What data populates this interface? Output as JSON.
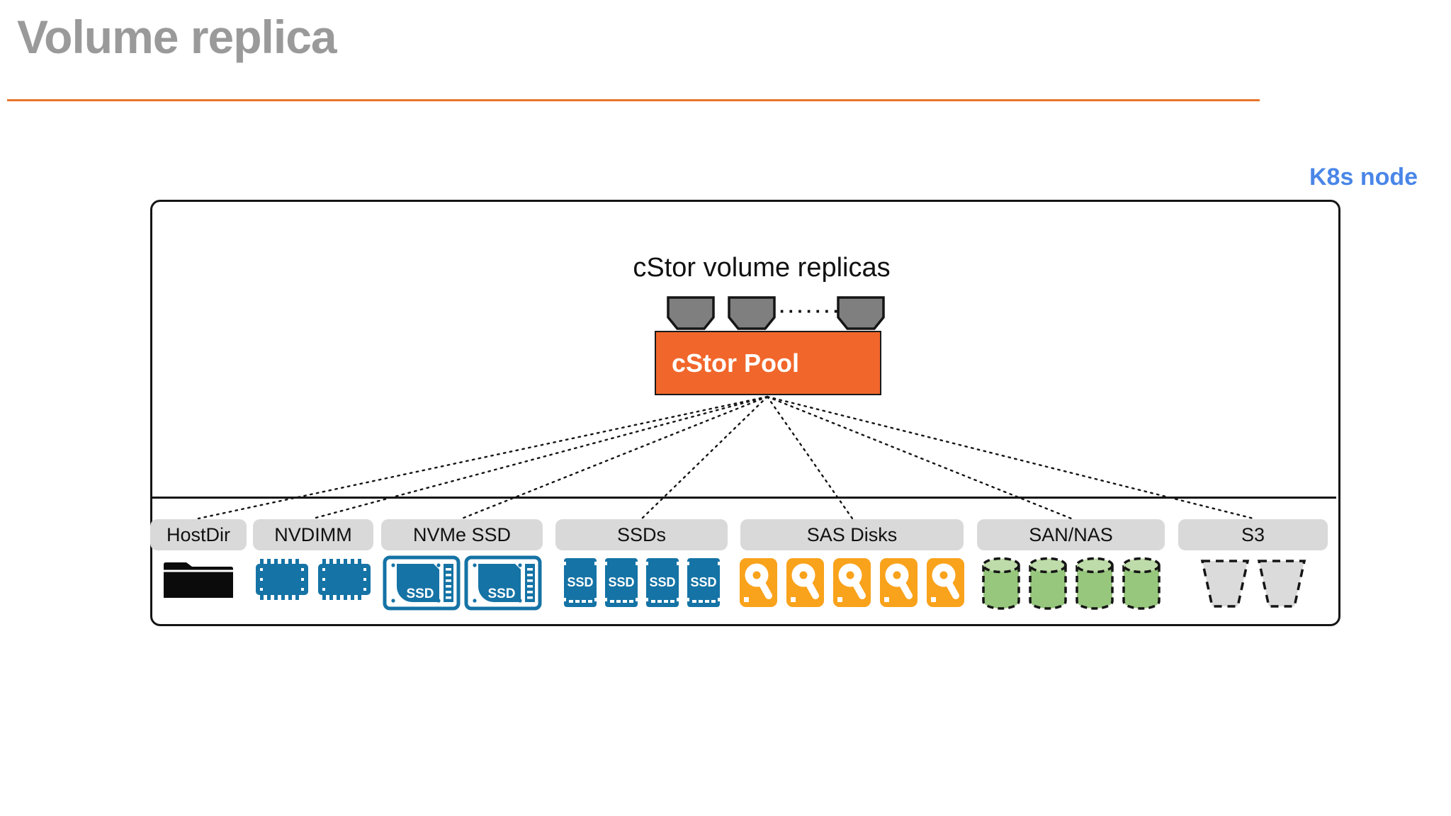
{
  "slide": {
    "title": "Volume replica"
  },
  "node": {
    "label": "K8s node"
  },
  "diagram": {
    "replicas_title": "cStor volume replicas",
    "replica_shape_count": 3,
    "replica_ellipsis": "·······",
    "pool_label": "cStor Pool",
    "storage_groups": [
      {
        "label": "HostDir",
        "icon": "folder-icon",
        "icon_count": 1
      },
      {
        "label": "NVDIMM",
        "icon": "memory-chip-icon",
        "icon_count": 2
      },
      {
        "label": "NVMe SSD",
        "icon": "nvme-ssd-icon",
        "icon_count": 2
      },
      {
        "label": "SSDs",
        "icon": "ssd-card-icon",
        "icon_count": 4
      },
      {
        "label": "SAS Disks",
        "icon": "hard-disk-icon",
        "icon_count": 5
      },
      {
        "label": "SAN/NAS",
        "icon": "storage-cylinder-icon",
        "icon_count": 4
      },
      {
        "label": "S3",
        "icon": "s3-bucket-icon",
        "icon_count": 2
      }
    ],
    "ssd_text": "SSD"
  },
  "colors": {
    "title_gray": "#9a9a9a",
    "rule_orange": "#e8762c",
    "k8s_blue": "#4a86e8",
    "pool_orange": "#f1662b",
    "replica_gray": "#7f7f7f",
    "pill_gray": "#d9d9d9",
    "icon_blue": "#1573a5",
    "disk_orange": "#f9a21b",
    "cylinder_green": "#97c77d",
    "cylinder_green_top": "#bedca9",
    "bucket_gray": "#dbdbdb",
    "line_black": "#151515"
  }
}
